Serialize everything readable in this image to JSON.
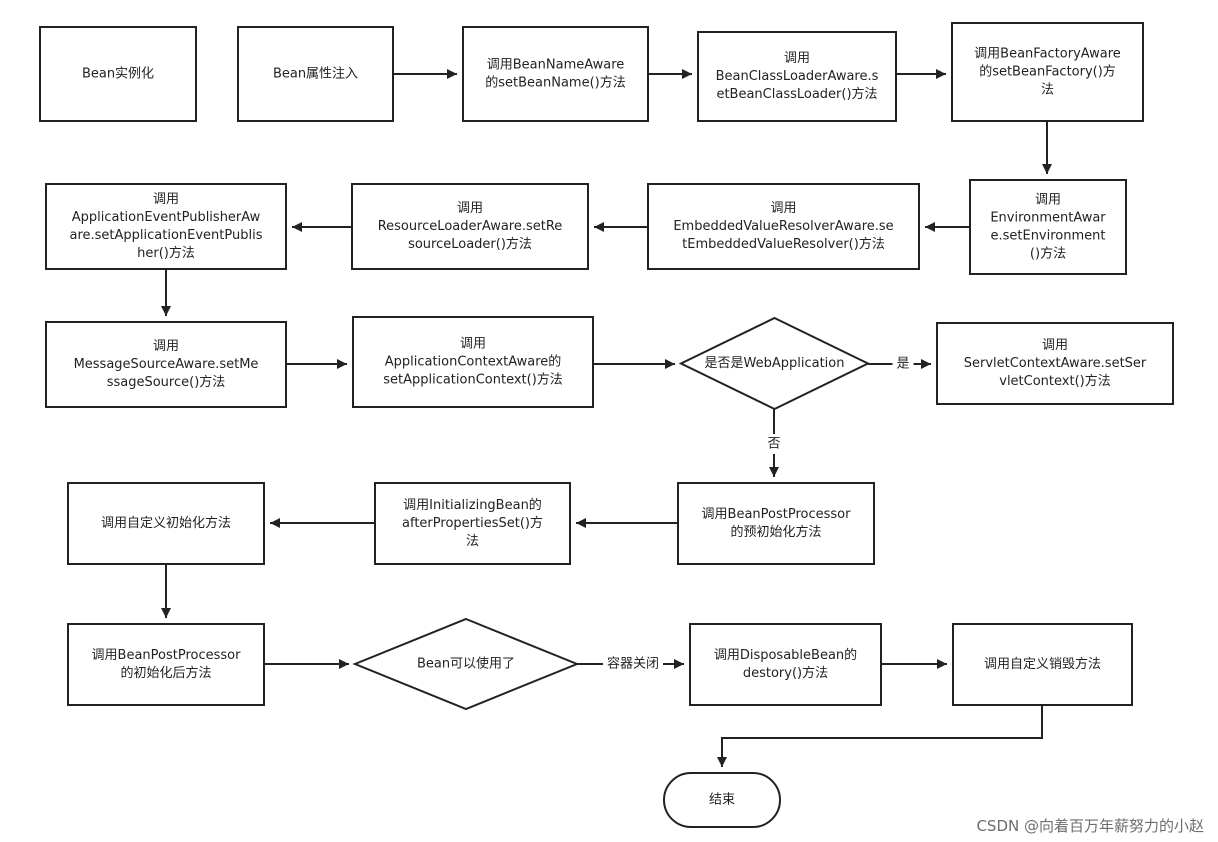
{
  "nodes": {
    "bean_instantiate": [
      "Bean实例化"
    ],
    "bean_inject": [
      "Bean属性注入"
    ],
    "bean_name_aware": [
      "调用BeanNameAware",
      "的setBeanName()方法"
    ],
    "bean_classloader_aware": [
      "调用",
      "BeanClassLoaderAware.s",
      "etBeanClassLoader()方法"
    ],
    "bean_factory_aware": [
      "调用BeanFactoryAware",
      "的setBeanFactory()方",
      "法"
    ],
    "environment_aware": [
      "调用",
      "EnvironmentAwar",
      "e.setEnvironment",
      "()方法"
    ],
    "embedded_resolver_aware": [
      "调用",
      "EmbeddedValueResolverAware.se",
      "tEmbeddedValueResolver()方法"
    ],
    "resource_loader_aware": [
      "调用",
      "ResourceLoaderAware.setRe",
      "sourceLoader()方法"
    ],
    "app_event_publisher_aware": [
      "调用",
      "ApplicationEventPublisherAw",
      "are.setApplicationEventPublis",
      "her()方法"
    ],
    "message_source_aware": [
      "调用",
      "MessageSourceAware.setMe",
      "ssageSource()方法"
    ],
    "app_context_aware": [
      "调用",
      "ApplicationContextAware的",
      "setApplicationContext()方法"
    ],
    "is_web_application": [
      "是否是WebApplication"
    ],
    "servlet_context_aware": [
      "调用",
      "ServletContextAware.setSer",
      "vletContext()方法"
    ],
    "post_processor_before": [
      "调用BeanPostProcessor",
      "的预初始化方法"
    ],
    "initializing_bean": [
      "调用InitializingBean的",
      "afterPropertiesSet()方",
      "法"
    ],
    "custom_init": [
      "调用自定义初始化方法"
    ],
    "post_processor_after": [
      "调用BeanPostProcessor",
      "的初始化后方法"
    ],
    "bean_usable": [
      "Bean可以使用了"
    ],
    "disposable_bean": [
      "调用DisposableBean的",
      "destory()方法"
    ],
    "custom_destroy": [
      "调用自定义销毁方法"
    ],
    "end": [
      "结束"
    ]
  },
  "edge_labels": {
    "yes": "是",
    "no": "否",
    "container_closed": "容器关闭"
  },
  "watermark": "CSDN @向着百万年薪努力的小赵",
  "colors": {
    "line": "#222222",
    "fill": "#ffffff",
    "watermark": "#6d6d6d"
  }
}
